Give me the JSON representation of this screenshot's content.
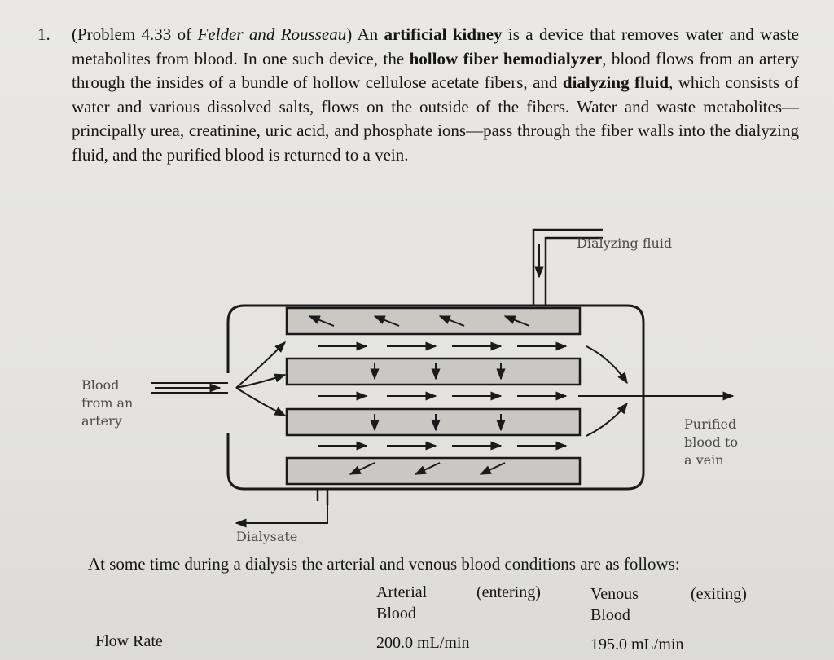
{
  "problem": {
    "number": "1.",
    "p_open": "(Problem 4.33 of ",
    "book": "Felder and Rousseau",
    "p_close": ") An ",
    "term1": "artificial kidney",
    "t1": " is a device that removes water and waste metabolites from blood. In one such device, the ",
    "term2": "hollow fiber hemodialyzer",
    "t2": ", blood flows from an artery through the insides of a bundle of hollow cellulose acetate fibers, and ",
    "term3": "dialyzing fluid",
    "t3": ", which consists of water and various dissolved salts, flows on the outside of the fibers. Water and waste metabolites—principally urea, creatinine, uric acid, and phosphate ions—pass through the fiber walls into the dialyzing fluid, and the purified blood is returned to a vein."
  },
  "diagram": {
    "dialyzing_fluid": "Dialyzing fluid",
    "blood_in_1": "Blood",
    "blood_in_2": "from an",
    "blood_in_3": "artery",
    "blood_out_1": "Purified",
    "blood_out_2": "blood to",
    "blood_out_3": "a vein",
    "dialysate": "Dialysate"
  },
  "intro": "At some time during a dialysis the arterial and venous blood conditions are as follows:",
  "table": {
    "arterial_1": "Arterial",
    "arterial_2": "Blood",
    "entering": "(entering)",
    "venous_1": "Venous",
    "venous_2": "Blood",
    "exiting": "(exiting)",
    "row_label": "Flow Rate",
    "arterial_value": "200.0 mL/min",
    "venous_value": "195.0 mL/min"
  }
}
